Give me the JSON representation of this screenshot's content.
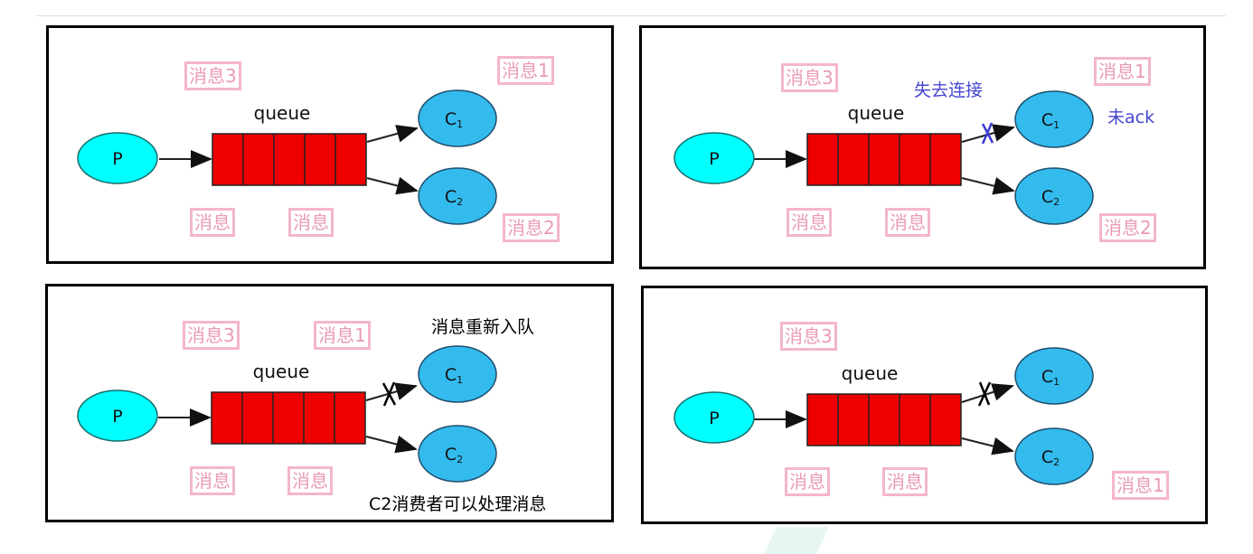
{
  "colors": {
    "producer_fill": "#00ffff",
    "consumer_fill": "#33bbee",
    "queue_fill": "#ee0000",
    "label_border": "#f4b6cb",
    "label_text": "#e99ab8",
    "annotation_blue": "#4545d0",
    "cross_black": "#000000",
    "cross_blue": "#3b3bd0"
  },
  "node_labels": {
    "producer": "P",
    "consumer1": "C",
    "consumer1_sub": "1",
    "consumer2": "C",
    "consumer2_sub": "2",
    "queue": "queue"
  },
  "panels": [
    {
      "labels": [
        "消息3",
        "消息1",
        "消息",
        "消息",
        "消息2"
      ],
      "notes": [],
      "link1_broken": false
    },
    {
      "labels": [
        "消息3",
        "消息1",
        "消息",
        "消息",
        "消息2"
      ],
      "notes": [
        "失去连接",
        "未ack"
      ],
      "link1_broken": true,
      "cross_color": "blue"
    },
    {
      "labels": [
        "消息3",
        "消息1",
        "消息",
        "消息"
      ],
      "notes": [
        "消息重新入队",
        "C2消费者可以处理消息"
      ],
      "link1_broken": true,
      "cross_color": "black"
    },
    {
      "labels": [
        "消息3",
        "消息",
        "消息",
        "消息1"
      ],
      "notes": [],
      "link1_broken": true,
      "cross_color": "black"
    }
  ]
}
